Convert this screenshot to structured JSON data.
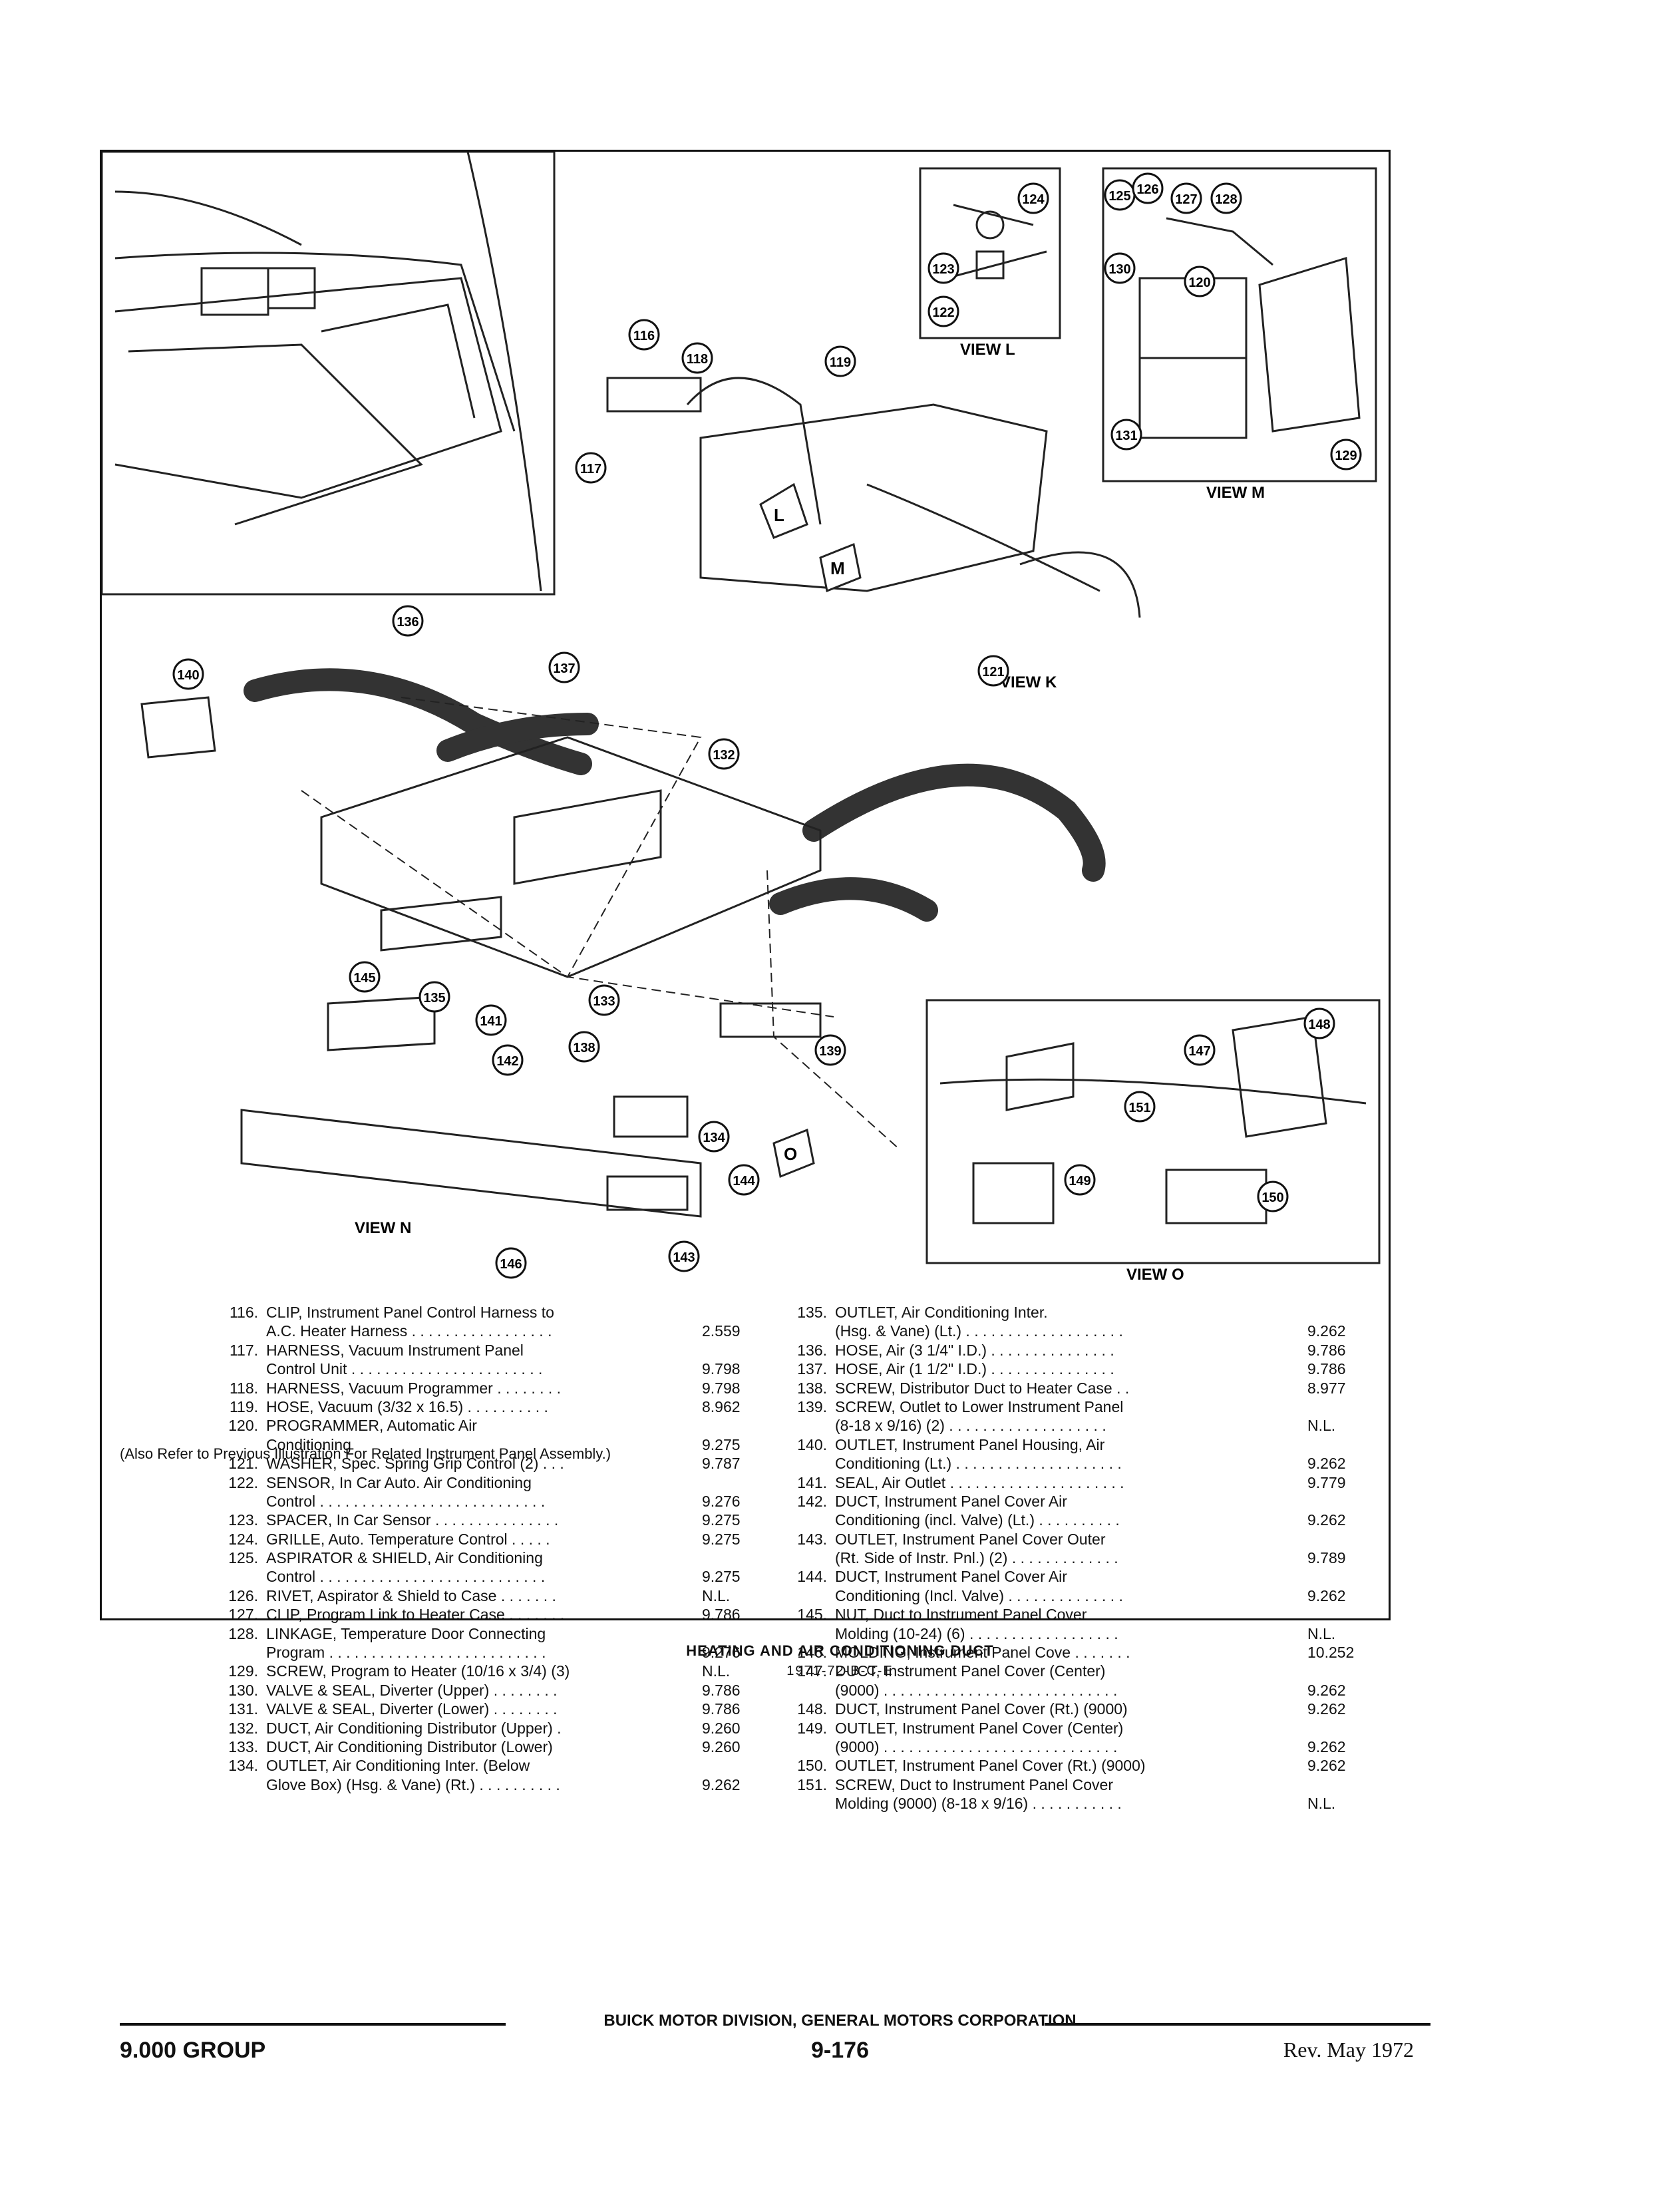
{
  "figure": {
    "view_labels": {
      "l": "VIEW L",
      "m": "VIEW M",
      "k": "VIEW K",
      "n": "VIEW N",
      "o": "VIEW O"
    },
    "direction_markers": [
      "L",
      "M",
      "O"
    ],
    "callouts": [
      "116",
      "117",
      "118",
      "119",
      "120",
      "121",
      "122",
      "123",
      "124",
      "125",
      "126",
      "127",
      "128",
      "129",
      "130",
      "131",
      "132",
      "133",
      "134",
      "135",
      "136",
      "137",
      "138",
      "139",
      "140",
      "141",
      "142",
      "143",
      "144",
      "145",
      "146",
      "147",
      "148",
      "149",
      "150",
      "151"
    ]
  },
  "parts_left": [
    {
      "num": "116.",
      "desc": "CLIP, Instrument Panel Control Harness to",
      "val": ""
    },
    {
      "num": "",
      "desc": "A.C. Heater Harness . . . . . . . . . . . . . . . . .",
      "val": "2.559"
    },
    {
      "num": "117.",
      "desc": "HARNESS, Vacuum Instrument Panel",
      "val": ""
    },
    {
      "num": "",
      "desc": "Control Unit . . . . . . . . . . . . . . . . . . . . . . .",
      "val": "9.798"
    },
    {
      "num": "118.",
      "desc": "HARNESS, Vacuum Programmer . . . . . . . .",
      "val": "9.798"
    },
    {
      "num": "119.",
      "desc": "HOSE, Vacuum (3/32 x 16.5) . . . . . . . . . .",
      "val": "8.962"
    },
    {
      "num": "120.",
      "desc": "PROGRAMMER, Automatic Air",
      "val": ""
    },
    {
      "num": "",
      "desc": "Conditioning",
      "val": "9.275"
    },
    {
      "num": "121.",
      "desc": "WASHER, Spec. Spring Grip Control (2) . . .",
      "val": "9.787"
    },
    {
      "num": "122.",
      "desc": "SENSOR, In Car Auto. Air Conditioning",
      "val": ""
    },
    {
      "num": "",
      "desc": "Control . . . . . . . . . . . . . . . . . . . . . . . . . . .",
      "val": "9.276"
    },
    {
      "num": "123.",
      "desc": "SPACER, In Car Sensor . . . . . . . . . . . . . . .",
      "val": "9.275"
    },
    {
      "num": "124.",
      "desc": "GRILLE, Auto. Temperature Control . . . . .",
      "val": "9.275"
    },
    {
      "num": "125.",
      "desc": "ASPIRATOR & SHIELD, Air Conditioning",
      "val": ""
    },
    {
      "num": "",
      "desc": "Control . . . . . . . . . . . . . . . . . . . . . . . . . . .",
      "val": "9.275"
    },
    {
      "num": "126.",
      "desc": "RIVET, Aspirator & Shield to Case . . . . . . .",
      "val": "N.L."
    },
    {
      "num": "127.",
      "desc": "CLIP, Program Link to Heater Case . . . . . . .",
      "val": "9.786"
    },
    {
      "num": "128.",
      "desc": "LINKAGE, Temperature Door Connecting",
      "val": ""
    },
    {
      "num": "",
      "desc": "Program . . . . . . . . . . . . . . . . . . . . . . . . . .",
      "val": "9.276"
    },
    {
      "num": "129.",
      "desc": "SCREW, Program to Heater (10/16 x 3/4) (3)",
      "val": "N.L."
    },
    {
      "num": "130.",
      "desc": "VALVE & SEAL, Diverter (Upper) . . . . . . . .",
      "val": "9.786"
    },
    {
      "num": "131.",
      "desc": "VALVE & SEAL, Diverter (Lower) . . . . . . . .",
      "val": "9.786"
    },
    {
      "num": "132.",
      "desc": "DUCT, Air Conditioning Distributor (Upper) .",
      "val": "9.260"
    },
    {
      "num": "133.",
      "desc": "DUCT, Air Conditioning Distributor (Lower)",
      "val": "9.260"
    },
    {
      "num": "134.",
      "desc": "OUTLET, Air Conditioning Inter. (Below",
      "val": ""
    },
    {
      "num": "",
      "desc": "Glove Box) (Hsg. & Vane) (Rt.) . . . . . . . . . .",
      "val": "9.262"
    }
  ],
  "parts_right": [
    {
      "num": "135.",
      "desc": "OUTLET, Air Conditioning Inter.",
      "val": ""
    },
    {
      "num": "",
      "desc": "(Hsg. & Vane) (Lt.) . . . . . . . . . . . . . . . . . . .",
      "val": "9.262"
    },
    {
      "num": "136.",
      "desc": "HOSE, Air (3 1/4\" I.D.) . . . . . . . . . . . . . . .",
      "val": "9.786"
    },
    {
      "num": "137.",
      "desc": "HOSE, Air (1 1/2\" I.D.) . . . . . . . . . . . . . . .",
      "val": "9.786"
    },
    {
      "num": "138.",
      "desc": "SCREW, Distributor Duct to Heater Case . .",
      "val": "8.977"
    },
    {
      "num": "139.",
      "desc": "SCREW, Outlet to Lower Instrument Panel",
      "val": ""
    },
    {
      "num": "",
      "desc": "(8-18 x 9/16) (2) . . . . . . . . . . . . . . . . . . .",
      "val": "N.L."
    },
    {
      "num": "140.",
      "desc": "OUTLET, Instrument Panel Housing, Air",
      "val": ""
    },
    {
      "num": "",
      "desc": "Conditioning (Lt.) . . . . . . . . . . . . . . . . . . . .",
      "val": "9.262"
    },
    {
      "num": "141.",
      "desc": "SEAL, Air Outlet . . . . . . . . . . . . . . . . . . . . .",
      "val": "9.779"
    },
    {
      "num": "142.",
      "desc": "DUCT, Instrument Panel Cover Air",
      "val": ""
    },
    {
      "num": "",
      "desc": "Conditioning (incl. Valve) (Lt.) . . . . . . . . . .",
      "val": "9.262"
    },
    {
      "num": "143.",
      "desc": "OUTLET, Instrument Panel Cover Outer",
      "val": ""
    },
    {
      "num": "",
      "desc": "(Rt. Side of Instr. Pnl.) (2) . . . . . . . . . . . . .",
      "val": "9.789"
    },
    {
      "num": "144.",
      "desc": "DUCT, Instrument Panel Cover Air",
      "val": ""
    },
    {
      "num": "",
      "desc": "Conditioning (Incl. Valve) . . . . . . . . . . . . . .",
      "val": "9.262"
    },
    {
      "num": "145.",
      "desc": "NUT, Duct to Instrument Panel Cover",
      "val": ""
    },
    {
      "num": "",
      "desc": "Molding (10-24) (6) . . . . . . . . . . . . . . . . . .",
      "val": "N.L."
    },
    {
      "num": "146.",
      "desc": "MOLDING, Instrument Panel Cove . . . . . . .",
      "val": "10.252"
    },
    {
      "num": "147.",
      "desc": "DUCT, Instrument Panel Cover (Center)",
      "val": ""
    },
    {
      "num": "",
      "desc": "(9000) . . . . . . . . . . . . . . . . . . . . . . . . . . . .",
      "val": "9.262"
    },
    {
      "num": "148.",
      "desc": "DUCT, Instrument Panel Cover (Rt.) (9000)",
      "val": "9.262"
    },
    {
      "num": "149.",
      "desc": "OUTLET, Instrument Panel Cover (Center)",
      "val": ""
    },
    {
      "num": "",
      "desc": "(9000) . . . . . . . . . . . . . . . . . . . . . . . . . . . .",
      "val": "9.262"
    },
    {
      "num": "150.",
      "desc": "OUTLET, Instrument Panel Cover (Rt.) (9000)",
      "val": "9.262"
    },
    {
      "num": "151.",
      "desc": "SCREW, Duct to Instrument Panel Cover",
      "val": ""
    },
    {
      "num": "",
      "desc": "Molding (9000) (8-18 x 9/16) . . . . . . . . . . .",
      "val": "N.L."
    }
  ],
  "note": "(Also Refer to Previous Illustration For Related Instrument Panel Assembly.)",
  "caption": {
    "title": "HEATING AND AIR CONDITIONING DUCT",
    "subtitle": "1971-72-B-C-E"
  },
  "footer": {
    "division": "BUICK MOTOR DIVISION, GENERAL MOTORS CORPORATION",
    "group": "9.000 GROUP",
    "page": "9-176",
    "revision": "Rev. May 1972"
  }
}
